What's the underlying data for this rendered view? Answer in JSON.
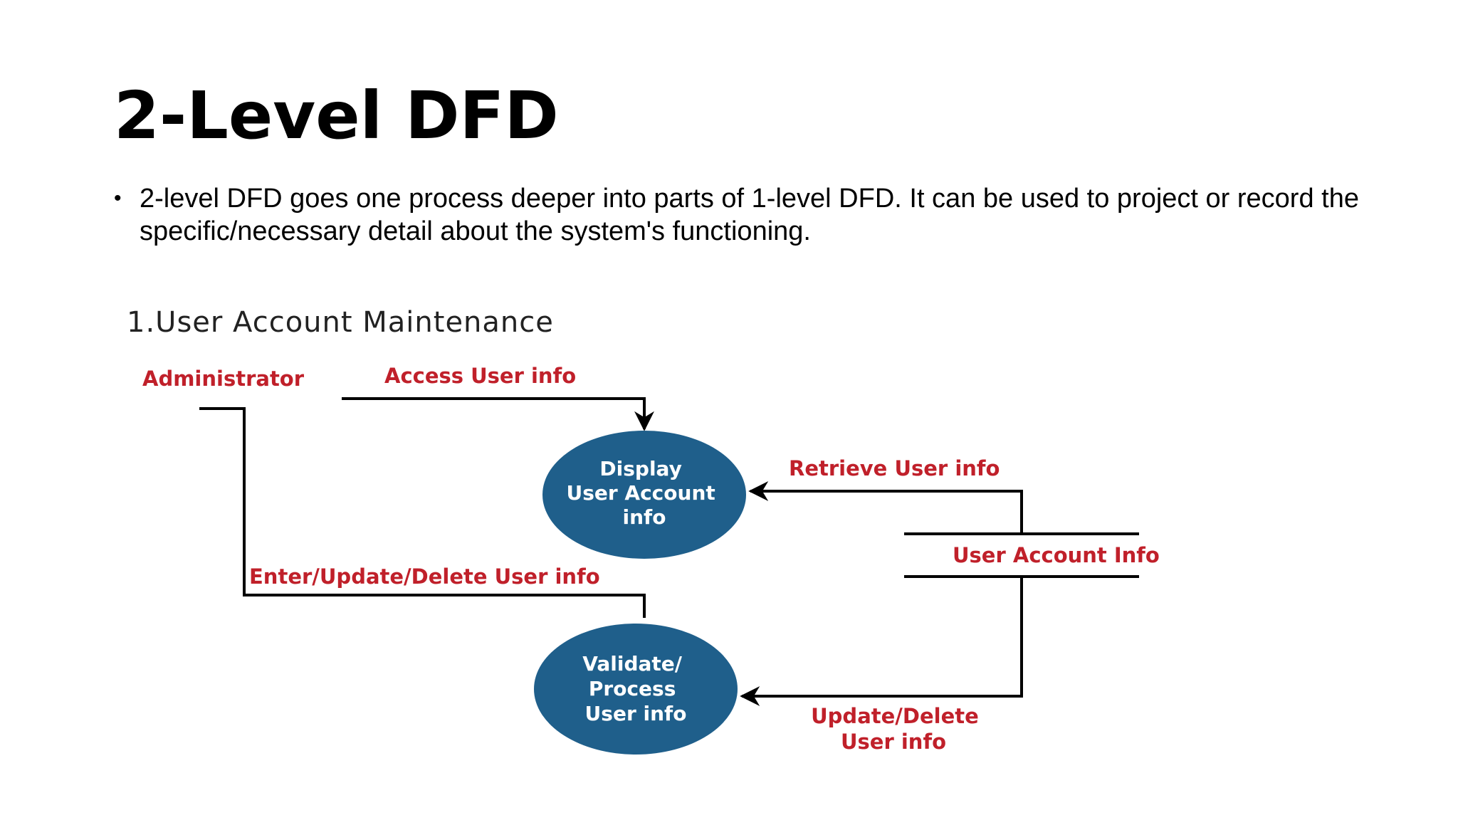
{
  "slide": {
    "title": "2-Level DFD",
    "bullets": [
      "2-level DFD goes one process deeper into parts of 1-level DFD. It can be used to project or record the specific/necessary detail about the system's functioning."
    ]
  },
  "diagram": {
    "heading": "1.User Account Maintenance",
    "entity": "Administrator",
    "processes": [
      {
        "lines": [
          "Display",
          "User Account",
          "info"
        ]
      },
      {
        "lines": [
          "Validate/",
          "Process",
          "User info"
        ]
      }
    ],
    "data_store": "User Account Info",
    "flows": {
      "access": "Access User info",
      "retrieve": "Retrieve User info",
      "enter_update_delete": "Enter/Update/Delete User info",
      "update_delete": [
        "Update/Delete",
        "User info"
      ]
    },
    "colors": {
      "process_fill": "#1f5f8b",
      "process_text": "#ffffff",
      "label_red": "#c0202a",
      "line": "#000000"
    }
  }
}
